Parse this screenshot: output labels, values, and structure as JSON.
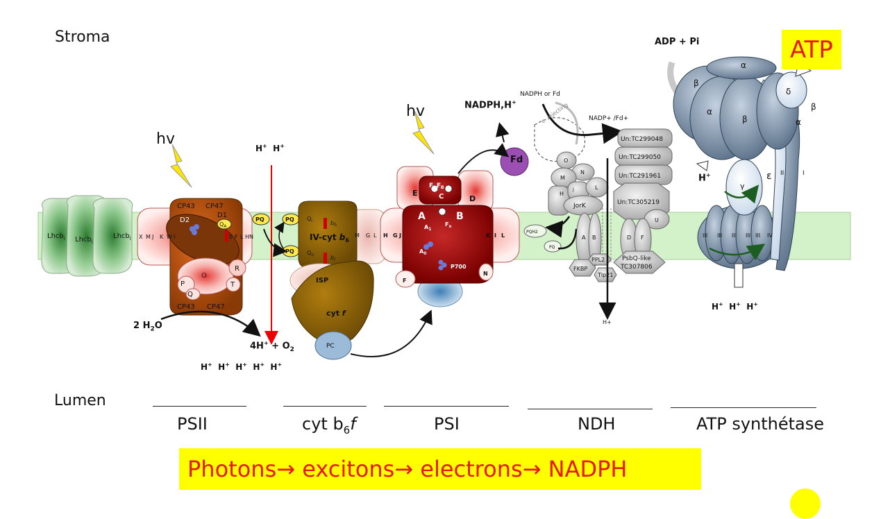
{
  "regions": {
    "stroma": "Stroma",
    "lumen": "Lumen"
  },
  "complexes": [
    {
      "id": "psii",
      "pre": "PSII",
      "sub": "",
      "post": ""
    },
    {
      "id": "cytb6f",
      "pre": "cyt b",
      "sub": "6",
      "post": "f"
    },
    {
      "id": "psi",
      "pre": "PSI",
      "sub": "",
      "post": ""
    },
    {
      "id": "ndh",
      "pre": "NDH",
      "sub": "",
      "post": ""
    },
    {
      "id": "atp",
      "pre": "ATP synthétase",
      "sub": "",
      "post": ""
    }
  ],
  "banner": "Photons→ excitons→ electrons→ NADPH",
  "atp_label": "ATP",
  "labels": {
    "hv": "hv",
    "lhcb": [
      "Lhcb",
      "Lhcb",
      "Lhcb"
    ],
    "protons_top": "H+  H+",
    "water": "2 H2O",
    "o2": "4H+ + O2",
    "protons_bottom_psii": "H+  H+  H+  H+  H+",
    "nadph": "NADPH,H+",
    "fd": "Fd",
    "nadph_or_fd": "NADPH or Fd",
    "nadp_fd": "NADP+ /Fd+",
    "e_injecting": "e- injecting",
    "adp": "ADP + Pi",
    "h_atp": "H+",
    "protons_atp_lumen": "H+  H+  H+",
    "h_ndh": "H+",
    "pc": "PC",
    "isp": "ISP",
    "cytf": "cyt f",
    "ivcyt": "IV-cyt b6",
    "pq": "PQ",
    "pqh2": "PQH2",
    "p700": "P700"
  },
  "psii_subunits": [
    "CP43",
    "CP47",
    "D2",
    "D1",
    "QA",
    "O",
    "P",
    "Q",
    "R",
    "T",
    "CP43",
    "CP47",
    "X",
    "M",
    "J",
    "K",
    "W",
    "I",
    "E",
    "F",
    "L",
    "H",
    "N"
  ],
  "psi_subunits": [
    "E",
    "FAFB",
    "C",
    "D",
    "A",
    "B",
    "A1",
    "Fx",
    "A0",
    "P700",
    "F",
    "N",
    "H",
    "G",
    "J",
    "K",
    "I",
    "L"
  ],
  "ndh_subunits": [
    "O",
    "N",
    "M",
    "H",
    "J",
    "L",
    "JorK",
    "A",
    "B",
    "PPL2",
    "FKBP",
    "Tlp21",
    "D",
    "F",
    "U",
    "PsbQ-like TC307806",
    "Un:TC299048",
    "Un:TC299050",
    "Un:TC291961",
    "Un:TC305219"
  ],
  "atp_subunits": [
    "α",
    "β",
    "α",
    "β",
    "δ",
    "α",
    "β",
    "γ",
    "ε",
    "II",
    "I",
    "III",
    "III",
    "III",
    "III",
    "III",
    "IV"
  ],
  "cyt_subunits": [
    "M",
    "G",
    "L",
    "Qi",
    "bh",
    "bl",
    "Qo"
  ]
}
